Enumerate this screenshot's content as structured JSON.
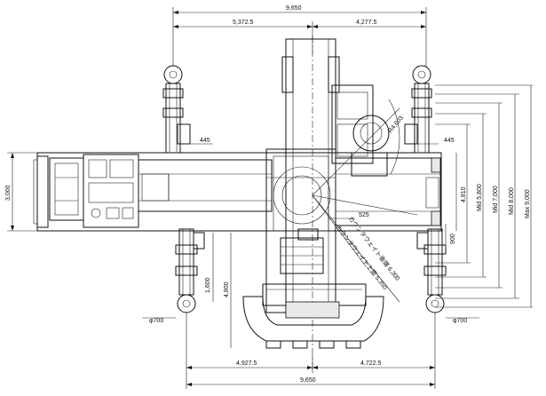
{
  "dimensions": {
    "overall_width_top": "9,650",
    "rear_to_center_top": "5,372.5",
    "center_to_front_top": "4,277.5",
    "overall_width_bottom": "9,650",
    "left_outrigger_to_center": "4,927.5",
    "center_to_right_outrigger": "4,722.5",
    "carrier_width": "3,000",
    "outrigger_offset_upper": "445",
    "outrigger_offset_right": "445",
    "pad_diameter_left": "φ700",
    "pad_diameter_right": "φ700",
    "turntable_offset": "525",
    "counterweight_small": "1,600",
    "counterweight_drop": "4,800",
    "outrigger_box": "900",
    "swing_radius": "R4,603",
    "mid_4810": "4,810",
    "mid_5800": "Mid 5,800",
    "mid_7000": "Mid 7,000",
    "mid_8000": "Mid 8,000",
    "max_9000": "Max 9,000",
    "tail_swing_label": "カウンタウェイト上面  5,350",
    "tail_swing_label2": "カウンタウェイト後端  6,300"
  },
  "colors": {
    "line": "#111111",
    "background": "#ffffff"
  }
}
